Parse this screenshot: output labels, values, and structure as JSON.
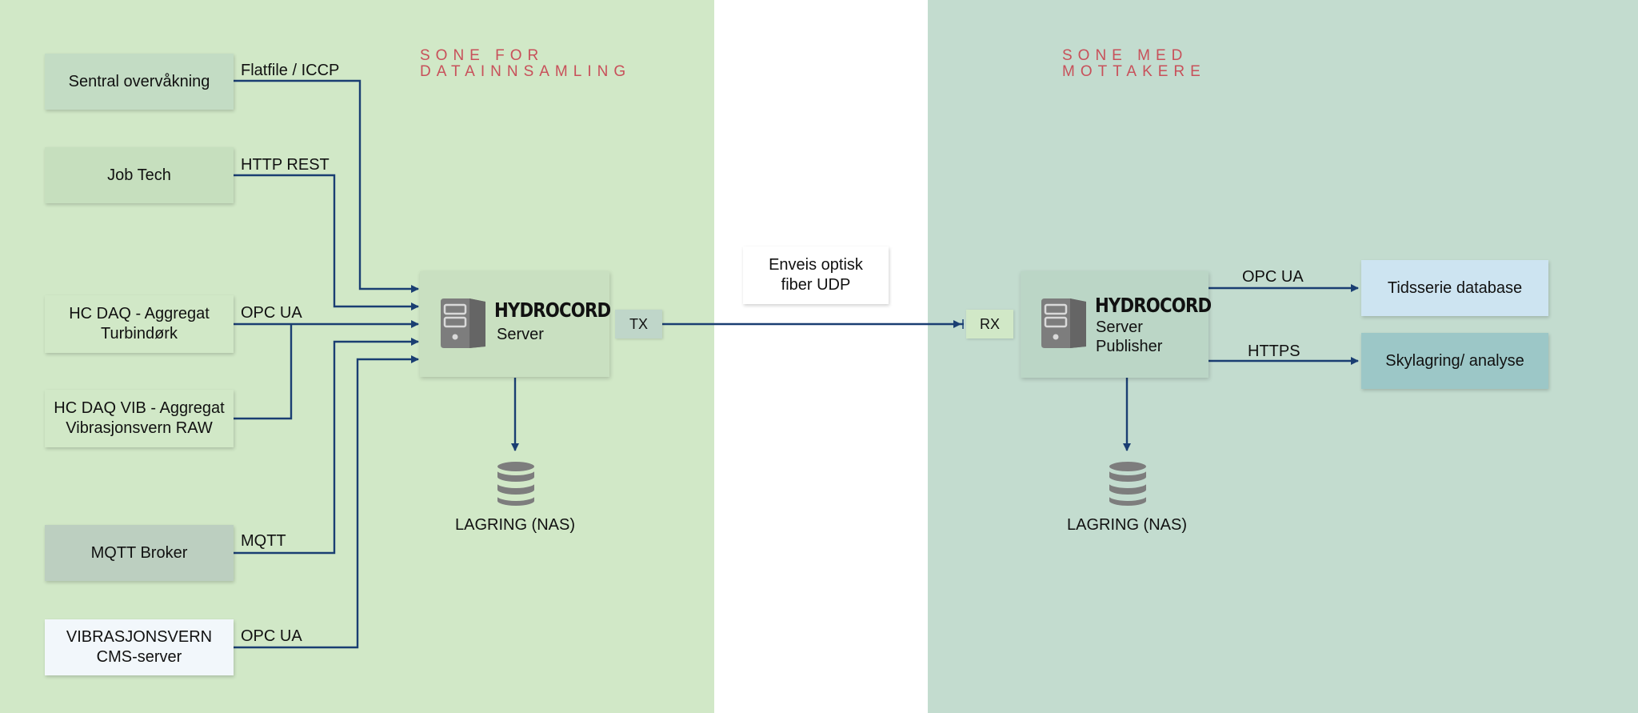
{
  "zones": {
    "collection": {
      "line1": "SONE FOR",
      "line2": "DATAINNSAMLING"
    },
    "receivers": {
      "line1": "SONE MED",
      "line2": "MOTTAKERE"
    }
  },
  "sources": [
    {
      "label": "Sentral overvåkning",
      "protocol": "Flatfile / ICCP"
    },
    {
      "label": "Job Tech",
      "protocol": "HTTP REST"
    },
    {
      "label": "HC DAQ - Aggregat Turbindørk",
      "protocol": "OPC UA"
    },
    {
      "label": "HC DAQ VIB - Aggregat Vibrasjonsvern RAW",
      "protocol": ""
    },
    {
      "label": "MQTT Broker",
      "protocol": "MQTT"
    },
    {
      "label": "VIBRASJONSVERN CMS-server",
      "protocol": "OPC UA"
    }
  ],
  "server_left": {
    "brand": "HYDROCORD",
    "label": "Server",
    "port": "TX",
    "storage": "LAGRING (NAS)"
  },
  "link": {
    "label": "Enveis optisk fiber UDP"
  },
  "server_right": {
    "brand": "HYDROCORD",
    "label": "Server Publisher",
    "port": "RX",
    "storage": "LAGRING (NAS)"
  },
  "outputs": [
    {
      "label": "Tidsserie database",
      "protocol": "OPC UA"
    },
    {
      "label": "Skylagring/ analyse",
      "protocol": "HTTPS"
    }
  ],
  "colors": {
    "line": "#1a3e72",
    "accent": "#c8505a",
    "icon": "#7d7d7d"
  }
}
